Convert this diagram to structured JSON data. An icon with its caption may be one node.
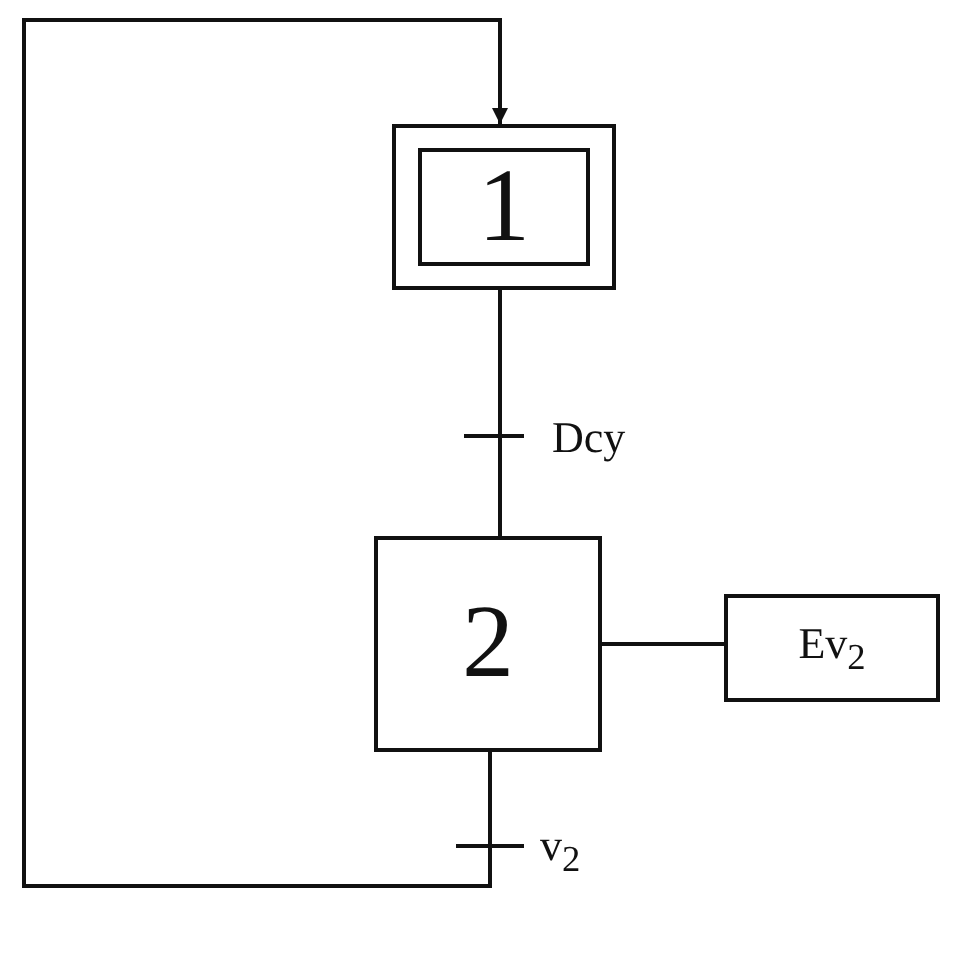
{
  "diagram": {
    "nodes": [
      {
        "text": [
          "1"
        ]
      },
      {
        "text": [
          "2"
        ]
      },
      {
        "text": [
          "Ev$_{2}$"
        ]
      }
    ],
    "edges": [
      {
        "from": 0,
        "to": 1,
        "arrow": "none",
        "label": "Dcy"
      },
      {
        "from": 1,
        "to": 2,
        "arrow": "none"
      },
      {
        "from": 1,
        "to": 0,
        "arrow": "to",
        "label": "v$_{2}$"
      }
    ]
  }
}
